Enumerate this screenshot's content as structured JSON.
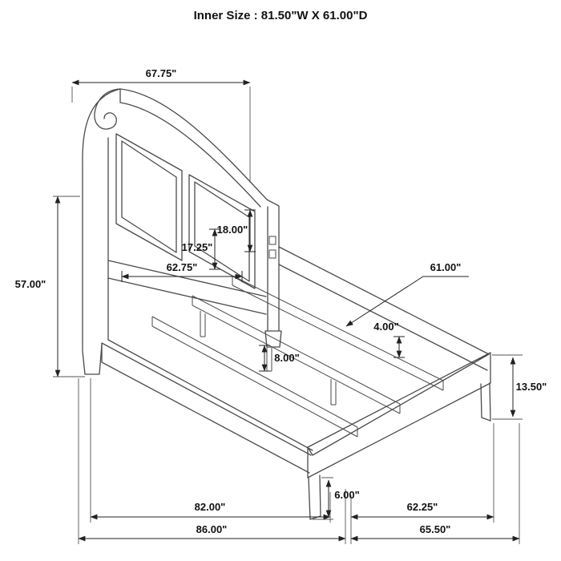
{
  "title": "Inner Size : 81.50\"W X 61.00\"D",
  "diagram": {
    "type": "furniture-dimension-drawing",
    "subject": "bed-frame-with-sleigh-headboard",
    "colors": {
      "line": "#4a4a4a",
      "dimension": "#222222",
      "text": "#111111",
      "background": "#ffffff"
    }
  },
  "dims": {
    "headboard_width": "67.75\"",
    "headboard_height": "57.00\"",
    "panel_opening_height": "18.00\"",
    "panel_height": "17.25\"",
    "headboard_inner_width": "62.75\"",
    "slat_length": "61.00\"",
    "rail_height": "4.00\"",
    "support_leg_height": "8.00\"",
    "footboard_height": "13.50\"",
    "footboard_leg_height": "6.00\"",
    "inner_length": "82.00\"",
    "footboard_inner_width": "62.25\"",
    "overall_length": "86.00\"",
    "overall_width": "65.50\""
  }
}
